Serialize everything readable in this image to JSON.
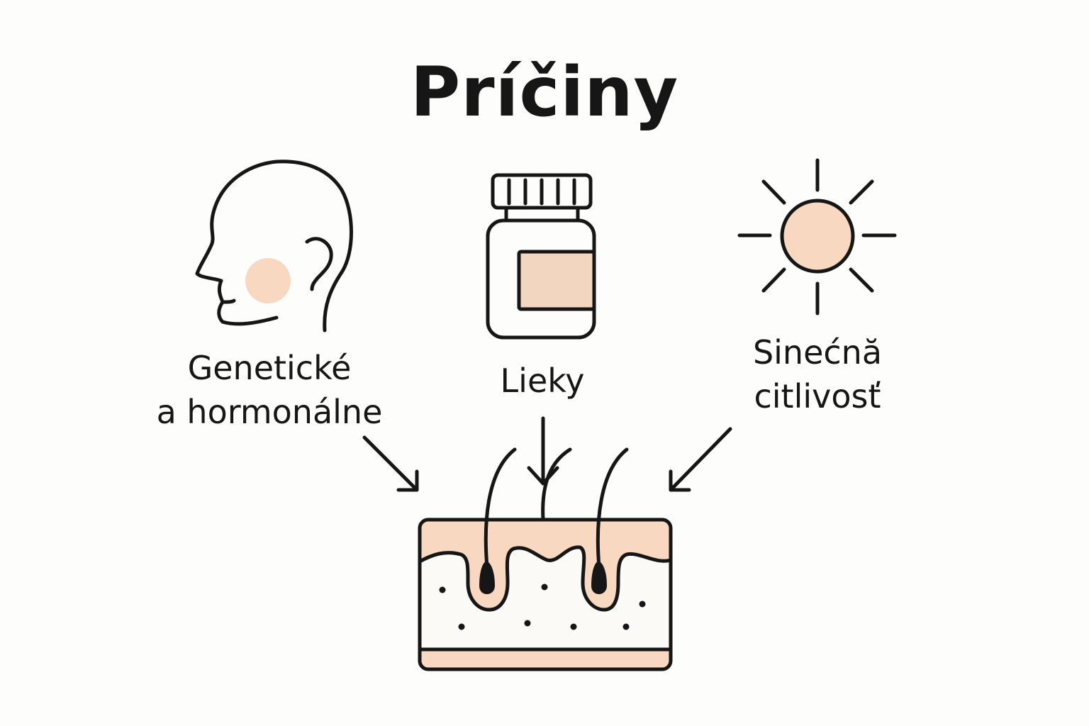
{
  "title": "Príčiny",
  "causes": {
    "genetic": {
      "line1": "Genetické",
      "line2": "a hormonálne",
      "icon": "head-profile-icon"
    },
    "medications": {
      "label": "Lieky",
      "icon": "pill-bottle-icon"
    },
    "sun": {
      "line1": "Sinećnă",
      "line2": "citlivosť",
      "icon": "sun-icon"
    }
  },
  "target": {
    "icon": "skin-hair-follicle-icon"
  },
  "colors": {
    "stroke": "#161616",
    "peach": "#f9d8c2",
    "label_tan": "#f3d6bf",
    "skin_inner": "#fbfaf6",
    "background": "#fdfdfc"
  }
}
